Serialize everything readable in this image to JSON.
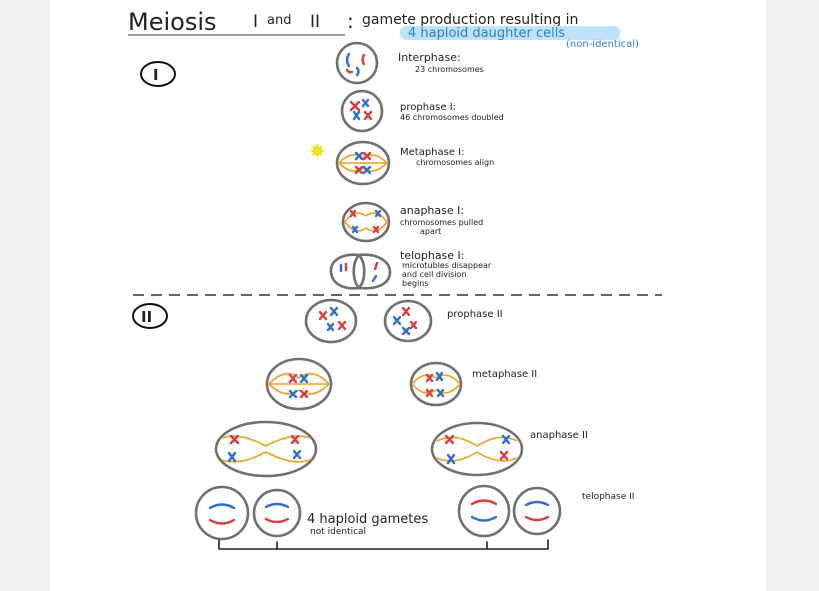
{
  "title": {
    "main": "Meiosis",
    "part1": "I",
    "and": "and",
    "part2": "II",
    "colon": ":",
    "desc_line1": "gamete production resulting in",
    "desc_line2": "4 haploid daughter cells",
    "desc_line3": "(non-identical)"
  },
  "sections": {
    "meiosis_one": "I",
    "meiosis_two": "II"
  },
  "stages": {
    "interphase": {
      "label": "Interphase:",
      "note": "23 chromosomes"
    },
    "prophase1": {
      "label": "prophase I:",
      "note": "46 chromosomes doubled"
    },
    "metaphase1": {
      "label": "Metaphase I:",
      "note": "chromosomes align"
    },
    "anaphase1": {
      "label": "anaphase I:",
      "note_line1": "chromosomes pulled",
      "note_line2": "apart"
    },
    "telophase1": {
      "label": "telophase I:",
      "note_line1": "microtubles disappear",
      "note_line2": "and cell division",
      "note_line3": "begins"
    },
    "prophase2": {
      "label": "prophase II"
    },
    "metaphase2": {
      "label": "metaphase II"
    },
    "anaphase2": {
      "label": "anaphase II"
    },
    "telophase2": {
      "label": "telophase II"
    }
  },
  "gametes": {
    "line1": "4 haploid gametes",
    "line2": "not identical"
  },
  "colors": {
    "red": "#e03a3a",
    "blue": "#2a6fd6",
    "spindle": "#f0a020",
    "highlight": "#bfe3fb"
  }
}
